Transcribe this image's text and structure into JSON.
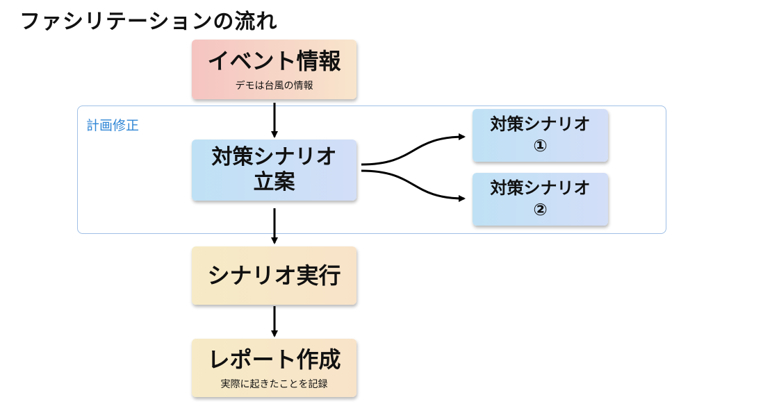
{
  "title": "ファシリテーションの流れ",
  "group": {
    "label": "計画修正"
  },
  "nodes": {
    "event": {
      "main": "イベント情報",
      "sub": "デモは台風の情報"
    },
    "plan": {
      "line1": "対策シナリオ",
      "line2": "立案"
    },
    "scenario1": {
      "line1": "対策シナリオ",
      "line2": "①"
    },
    "scenario2": {
      "line1": "対策シナリオ",
      "line2": "②"
    },
    "execute": {
      "main": "シナリオ実行"
    },
    "report": {
      "main": "レポート作成",
      "sub": "実際に起きたことを記録"
    }
  },
  "colors": {
    "pink_box": "#f5c4c1",
    "blue_box": "#bfe1f5",
    "yellow_box": "#f6ebc6",
    "group_border": "#9fbfe6",
    "group_label": "#2f86d6",
    "arrow": "#000000"
  }
}
